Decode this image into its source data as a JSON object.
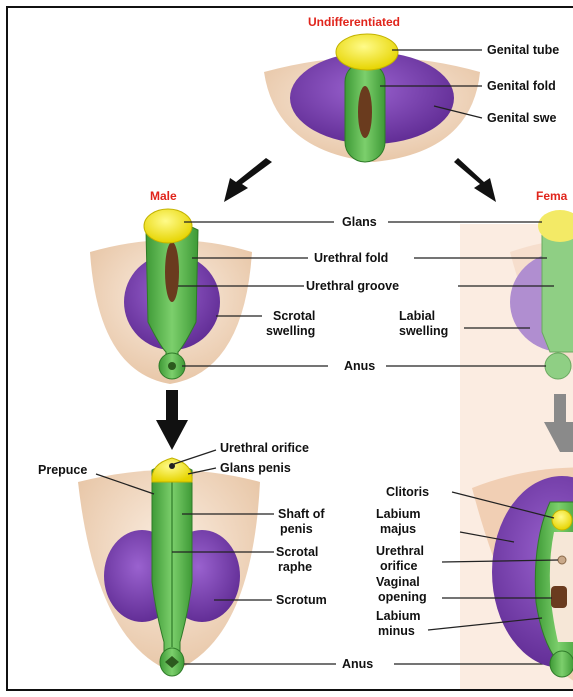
{
  "headings": {
    "undifferentiated": "Undifferentiated",
    "male": "Male",
    "female": "Fema"
  },
  "labels": {
    "genital_tubercle": "Genital tube",
    "genital_fold": "Genital fold",
    "genital_swelling": "Genital swe",
    "glans": "Glans",
    "urethral_fold": "Urethral fold",
    "urethral_groove": "Urethral groove",
    "scrotal_swelling_1": "Scrotal",
    "scrotal_swelling_2": "swelling",
    "labial_swelling_1": "Labial",
    "labial_swelling_2": "swelling",
    "anus_mid": "Anus",
    "urethral_orifice_male": "Urethral orifice",
    "prepuce": "Prepuce",
    "glans_penis": "Glans penis",
    "shaft_1": "Shaft of",
    "shaft_2": "penis",
    "scrotal_raphe_1": "Scrotal",
    "scrotal_raphe_2": "raphe",
    "scrotum": "Scrotum",
    "anus_bottom": "Anus",
    "clitoris": "Clitoris",
    "labium_majus_1": "Labium",
    "labium_majus_2": "majus",
    "urethral_orifice_female_1": "Urethral",
    "urethral_orifice_female_2": "orifice",
    "vaginal_opening_1": "Vaginal",
    "vaginal_opening_2": "opening",
    "labium_minus_1": "Labium",
    "labium_minus_2": "minus"
  },
  "colors": {
    "heading_red": "#e0241b",
    "tubercle_yellow": "#f5ea1f",
    "fold_green": "#55b84a",
    "swelling_purple": "#7b3fb0",
    "skin": "#f3dcc7",
    "female_panel": "#fbece1"
  }
}
